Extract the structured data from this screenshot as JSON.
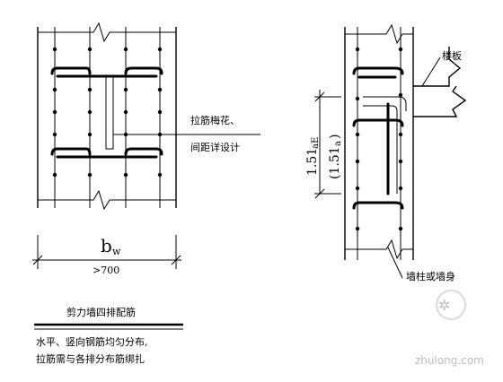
{
  "left_detail": {
    "tie_note_line1": "拉筋梅花、",
    "tie_note_line2": "间距详设计",
    "bw_label": "b",
    "bw_sub": "w",
    "min_width": ">700"
  },
  "right_detail": {
    "slab_label": "楼板",
    "lae_main": "1.51",
    "lae_main_sub": "aE",
    "lae_alt": "(1.51",
    "lae_alt_sub": "a",
    "lae_alt_close": ")",
    "wall_label": "墙柱或墙身"
  },
  "legend": {
    "title": "剪力墙四排配筋",
    "note_line1": "水平、竖向钢筋均匀分布,",
    "note_line2": "拉筋需与各排分布筋绑扎"
  },
  "watermark": {
    "text": "zhulong.com"
  }
}
